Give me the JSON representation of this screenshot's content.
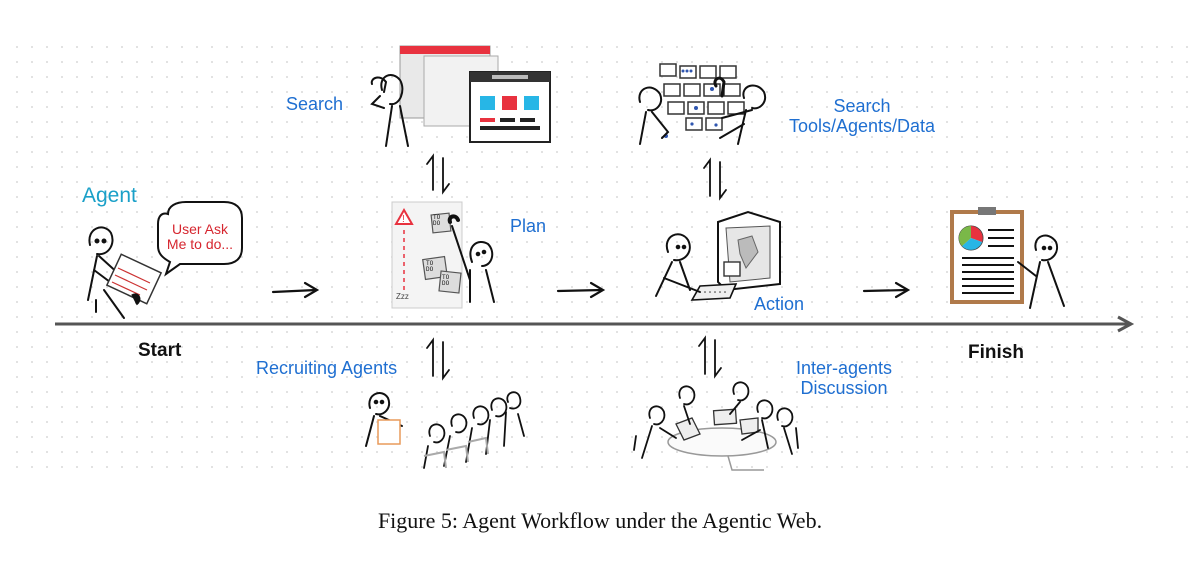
{
  "labels": {
    "agent": "Agent",
    "bubble_line1": "User Ask",
    "bubble_line2": "Me to do...",
    "search": "Search",
    "plan": "Plan",
    "search_tools_line1": "Search",
    "search_tools_line2": "Tools/Agents/Data",
    "action": "Action",
    "recruiting": "Recruiting Agents",
    "inter_line1": "Inter-agents",
    "inter_line2": "Discussion",
    "start": "Start",
    "finish": "Finish",
    "todo_1": "TO DO",
    "todo_2": "TO DO",
    "todo_3": "TO DO",
    "sleep": "Zzz"
  },
  "caption": "Figure 5: Agent Workflow under the Agentic Web.",
  "colors": {
    "label_blue": "#1f6fd1",
    "agent_teal": "#1aa0c8",
    "bubble_red": "#d6262f",
    "browser_red": "#e8323f",
    "browser_cyan": "#27b6e6",
    "clipboard_brown": "#b07a4a"
  }
}
